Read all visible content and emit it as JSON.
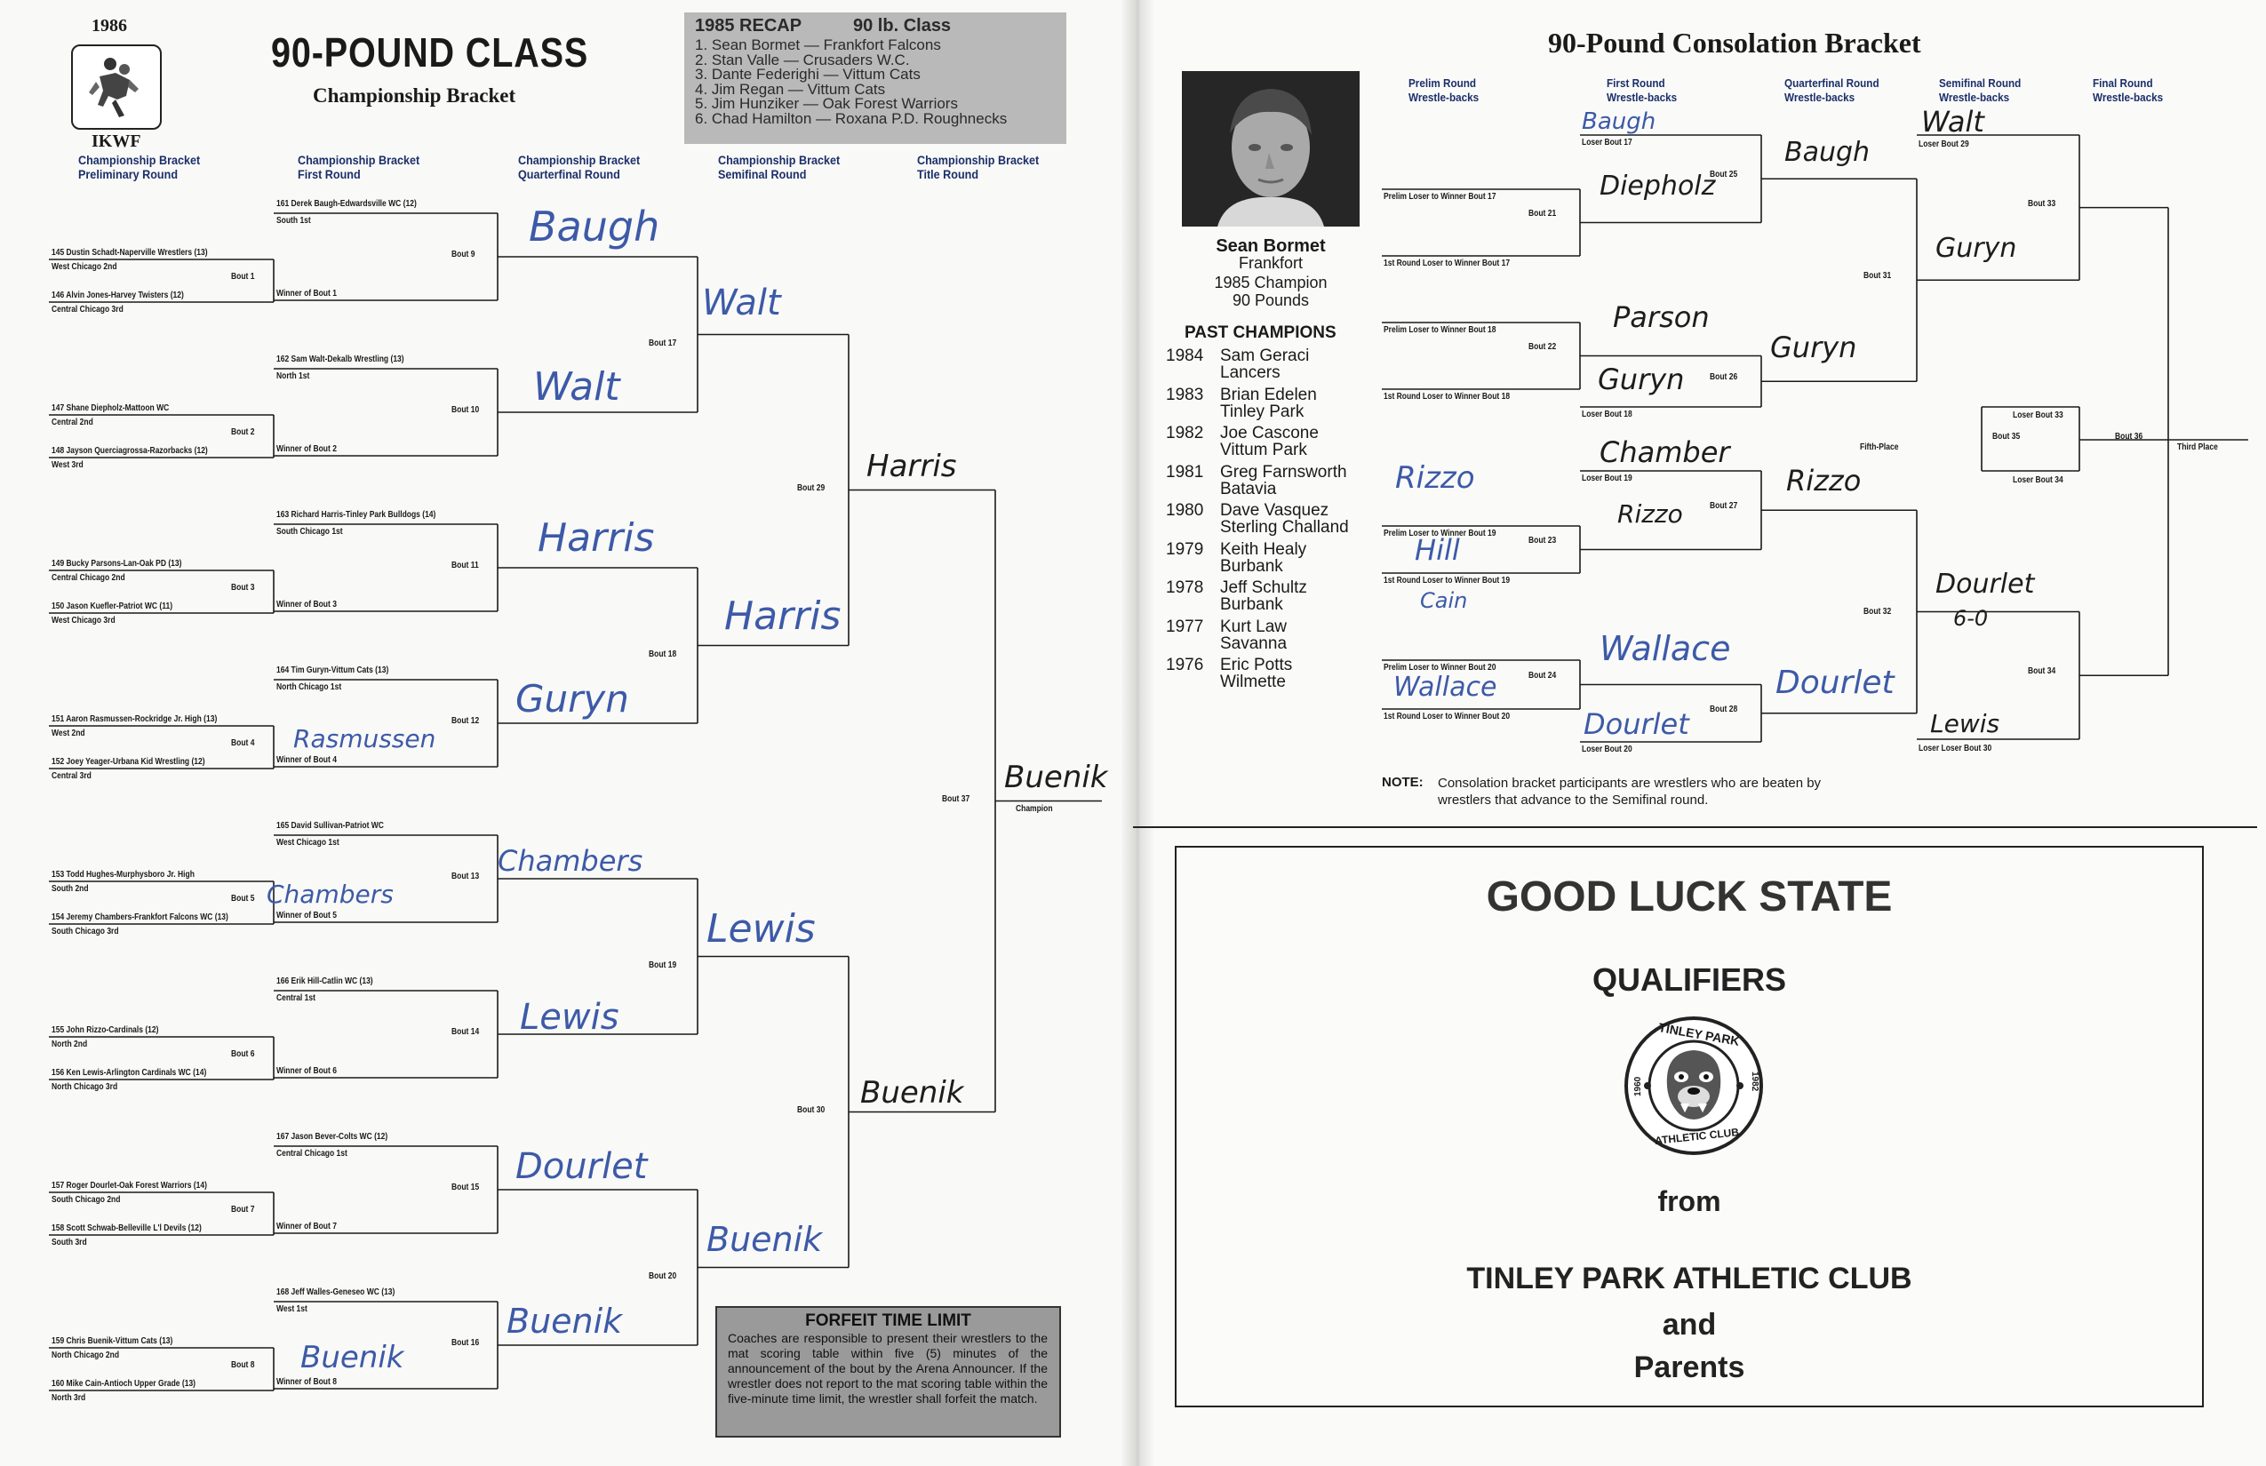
{
  "left_page": {
    "year": "1986",
    "org": "IKWF",
    "title": "90-POUND CLASS",
    "subtitle": "Championship Bracket",
    "recap": {
      "title": "1985 RECAP",
      "class": "90 lb. Class",
      "places": [
        "1. Sean Bormet — Frankfort Falcons",
        "2. Stan Valle — Crusaders W.C.",
        "3. Dante Federighi — Vittum Cats",
        "4. Jim Regan — Vittum Cats",
        "5. Jim Hunziker — Oak Forest Warriors",
        "6. Chad Hamilton — Roxana P.D. Roughnecks"
      ]
    },
    "round_headers": [
      "Championship Bracket\nPreliminary Round",
      "Championship Bracket\nFirst Round",
      "Championship Bracket\nQuarterfinal Round",
      "Championship Bracket\nSemifinal Round",
      "Championship Bracket\nTitle Round"
    ],
    "prelim": [
      {
        "a": "145 Dustin Schadt-Naperville Wrestlers (13)",
        "a_place": "West Chicago 2nd",
        "bout": "Bout 1",
        "b": "146 Alvin Jones-Harvey Twisters (12)",
        "b_place": "Central Chicago 3rd",
        "winner": "Winner of Bout 1"
      },
      {
        "a": "147 Shane Diepholz-Mattoon WC",
        "a_place": "Central 2nd",
        "bout": "Bout 2",
        "b": "148 Jayson Querciagrossa-Razorbacks (12)",
        "b_place": "West 3rd",
        "winner": "Winner of Bout 2"
      },
      {
        "a": "149 Bucky Parsons-Lan-Oak PD (13)",
        "a_place": "Central Chicago 2nd",
        "bout": "Bout 3",
        "b": "150 Jason Kuefler-Patriot WC (11)",
        "b_place": "West Chicago 3rd",
        "winner": "Winner of Bout 3"
      },
      {
        "a": "151 Aaron Rasmussen-Rockridge Jr. High (13)",
        "a_place": "West 2nd",
        "bout": "Bout 4",
        "b": "152 Joey Yeager-Urbana Kid Wrestling (12)",
        "b_place": "Central 3rd",
        "winner": "Winner of Bout 4"
      },
      {
        "a": "153 Todd Hughes-Murphysboro Jr. High",
        "a_place": "South 2nd",
        "bout": "Bout 5",
        "b": "154 Jeremy Chambers-Frankfort Falcons WC (13)",
        "b_place": "South Chicago 3rd",
        "winner": "Winner of Bout 5"
      },
      {
        "a": "155 John Rizzo-Cardinals (12)",
        "a_place": "North 2nd",
        "bout": "Bout 6",
        "b": "156 Ken Lewis-Arlington Cardinals WC (14)",
        "b_place": "North Chicago 3rd",
        "winner": "Winner of Bout 6"
      },
      {
        "a": "157 Roger Dourlet-Oak Forest Warriors (14)",
        "a_place": "South Chicago 2nd",
        "bout": "Bout 7",
        "b": "158 Scott Schwab-Belleville L'l Devils (12)",
        "b_place": "South 3rd",
        "winner": "Winner of Bout 7"
      },
      {
        "a": "159 Chris Buenik-Vittum Cats (13)",
        "a_place": "North Chicago 2nd",
        "bout": "Bout 8",
        "b": "160 Mike Cain-Antioch Upper Grade (13)",
        "b_place": "North 3rd",
        "winner": "Winner of Bout 8"
      }
    ],
    "first_round": [
      {
        "seed": "161 Derek Baugh-Edwardsville WC (12)",
        "place": "South 1st",
        "bout": "Bout  9",
        "hw": "Baugh"
      },
      {
        "seed": "162 Sam Walt-Dekalb Wrestling (13)",
        "place": "North 1st",
        "bout": "Bout 10",
        "hw": "Walt"
      },
      {
        "seed": "163 Richard Harris-Tinley Park Bulldogs (14)",
        "place": "South Chicago 1st",
        "bout": "Bout 11",
        "hw": "Harris"
      },
      {
        "seed": "164 Tim Guryn-Vittum Cats (13)",
        "place": "North Chicago 1st",
        "bout": "Bout 12",
        "hw": "Guryn"
      },
      {
        "seed": "165 David Sullivan-Patriot WC",
        "place": "West Chicago 1st",
        "bout": "Bout 13",
        "hw": "Chambers"
      },
      {
        "seed": "166 Erik Hill-Catlin WC (13)",
        "place": "Central 1st",
        "bout": "Bout 14",
        "hw": "Lewis"
      },
      {
        "seed": "167 Jason Bever-Colts WC (12)",
        "place": "Central Chicago 1st",
        "bout": "Bout 15",
        "hw": "Dourlet"
      },
      {
        "seed": "168 Jeff Walles-Geneseo WC (13)",
        "place": "West 1st",
        "bout": "Bout 16",
        "hw": "Buenik"
      }
    ],
    "prelim_hw": [
      "Rasmussen",
      "Chambers",
      "Buenik"
    ],
    "quarter": [
      {
        "bout": "Bout 17",
        "hw": "Walt"
      },
      {
        "bout": "Bout 18",
        "hw": "Harris"
      },
      {
        "bout": "Bout 19",
        "hw": "Lewis"
      },
      {
        "bout": "Bout 20",
        "hw": "Buenik"
      }
    ],
    "semi": [
      {
        "bout": "Bout 29",
        "hw": "Harris"
      },
      {
        "bout": "Bout 30",
        "hw": "Buenik"
      }
    ],
    "final": {
      "bout": "Bout 37",
      "hw": "Buenik",
      "label": "Champion"
    },
    "forfeit": {
      "title": "FORFEIT TIME LIMIT",
      "body": "Coaches are responsible to present their wrestlers to the mat scoring table within five (5) minutes of the announcement of the bout by the Arena Announcer. If the wrestler does not report to the mat scoring table within the five-minute time limit, the wrestler shall forfeit the match."
    }
  },
  "right_page": {
    "title": "90-Pound Consolation Bracket",
    "photo_caption": {
      "name": "Sean Bormet",
      "town": "Frankfort",
      "line1": "1985 Champion",
      "line2": "90 Pounds"
    },
    "past_champions_title": "PAST CHAMPIONS",
    "past_champions": [
      {
        "year": "1984",
        "name": "Sam Geraci",
        "town": "Lancers"
      },
      {
        "year": "1983",
        "name": "Brian Edelen",
        "town": "Tinley Park"
      },
      {
        "year": "1982",
        "name": "Joe Cascone",
        "town": "Vittum Park"
      },
      {
        "year": "1981",
        "name": "Greg Farnsworth",
        "town": "Batavia"
      },
      {
        "year": "1980",
        "name": "Dave Vasquez",
        "town": "Sterling Challand"
      },
      {
        "year": "1979",
        "name": "Keith Healy",
        "town": "Burbank"
      },
      {
        "year": "1978",
        "name": "Jeff Schultz",
        "town": "Burbank"
      },
      {
        "year": "1977",
        "name": "Kurt Law",
        "town": "Savanna"
      },
      {
        "year": "1976",
        "name": "Eric Potts",
        "town": "Wilmette"
      }
    ],
    "round_headers": [
      "Prelim Round\nWrestle-backs",
      "First Round\nWrestle-backs",
      "Quarterfinal Round\nWrestle-backs",
      "Semifinal Round\nWrestle-backs",
      "Final Round\nWrestle-backs"
    ],
    "labels": {
      "loser17": "Loser Bout 17",
      "plw17": "Prelim Loser to Winner Bout 17",
      "b21": "Bout 21",
      "frl17": "1st Round Loser to Winner Bout 17",
      "b25": "Bout 25",
      "plw18": "Prelim Loser to Winner Bout 18",
      "b22": "Bout 22",
      "frl18": "1st Round Loser to Winner Bout 18",
      "loser18": "Loser Bout 18",
      "b26": "Bout 26",
      "loser19": "Loser Bout 19",
      "plw19": "Prelim Loser to Winner Bout 19",
      "b23": "Bout 23",
      "frl19": "1st Round Loser to Winner Bout 19",
      "b27": "Bout 27",
      "plw20": "Prelim Loser to Winner Bout 20",
      "b24": "Bout 24",
      "frl20": "1st Round Loser to Winner Bout 20",
      "loser20": "Loser Bout 20",
      "b28": "Bout 28",
      "loser29": "Loser Bout 29",
      "b33": "Bout 33",
      "b31": "Bout 31",
      "b32": "Bout 32",
      "b34": "Bout 34",
      "loserloser30": "Loser Loser Bout 30",
      "fifth": "Fifth-Place",
      "loser33": "Loser Bout 33",
      "b35": "Bout 35",
      "loser34": "Loser Bout 34",
      "b36": "Bout 36",
      "third": "Third Place"
    },
    "hw": {
      "l17": "Baugh",
      "b21": "Diepholz",
      "b25": "Baugh",
      "b22": "Parson",
      "l18": "Guryn",
      "b26": "Guryn",
      "b23a": "Rizzo",
      "l19": "Chamber",
      "b23": "Rizzo",
      "b27": "Rizzo",
      "hill": "Hill",
      "cain": "Cain",
      "b24": "Wallace",
      "wallace2": "Wallace",
      "b28": "Dourlet",
      "l20": "Dourlet",
      "l29": "Walt",
      "b33": "Guryn",
      "b32": "Dourlet",
      "score": "6-0",
      "ll30": "Lewis"
    },
    "note_label": "NOTE:",
    "note": "Consolation bracket participants are wrestlers who are beaten by wrestlers that advance to the Semifinal round.",
    "ad": {
      "line1": "GOOD  LUCK  STATE",
      "line2": "QUALIFIERS",
      "seal_top": "TINLEY PARK",
      "seal_bottom": "ATHLETIC CLUB",
      "seal_left": "1960",
      "seal_right": "1982",
      "line3": "from",
      "line4": "TINLEY PARK ATHLETIC CLUB",
      "line5": "and",
      "line6": "Parents"
    }
  }
}
